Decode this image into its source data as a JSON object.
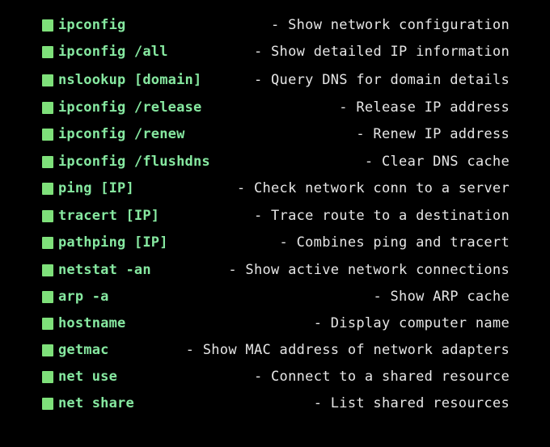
{
  "colors": {
    "background": "#000000",
    "bullet": "#7ee07a",
    "command": "#86e8a0",
    "description": "#e6e6e6"
  },
  "bullet_icon": "green-square-bullet",
  "commands": [
    {
      "cmd": "ipconfig",
      "desc": "- Show network configuration"
    },
    {
      "cmd": "ipconfig /all",
      "desc": "- Show detailed IP information"
    },
    {
      "cmd": "nslookup [domain]",
      "desc": "- Query DNS for domain details"
    },
    {
      "cmd": "ipconfig /release",
      "desc": "- Release IP address"
    },
    {
      "cmd": "ipconfig /renew",
      "desc": "- Renew IP address"
    },
    {
      "cmd": "ipconfig /flushdns",
      "desc": "- Clear DNS cache"
    },
    {
      "cmd": "ping [IP]",
      "desc": "- Check network conn to a server"
    },
    {
      "cmd": "tracert [IP]",
      "desc": "- Trace route to a destination"
    },
    {
      "cmd": "pathping [IP]",
      "desc": "- Combines ping and tracert"
    },
    {
      "cmd": "netstat -an",
      "desc": "- Show active network connections"
    },
    {
      "cmd": "arp -a",
      "desc": "- Show ARP cache"
    },
    {
      "cmd": "hostname",
      "desc": "- Display computer name"
    },
    {
      "cmd": "getmac",
      "desc": "- Show MAC address of network adapters"
    },
    {
      "cmd": "net use",
      "desc": "- Connect to a shared resource"
    },
    {
      "cmd": "net share",
      "desc": "- List shared resources"
    }
  ]
}
